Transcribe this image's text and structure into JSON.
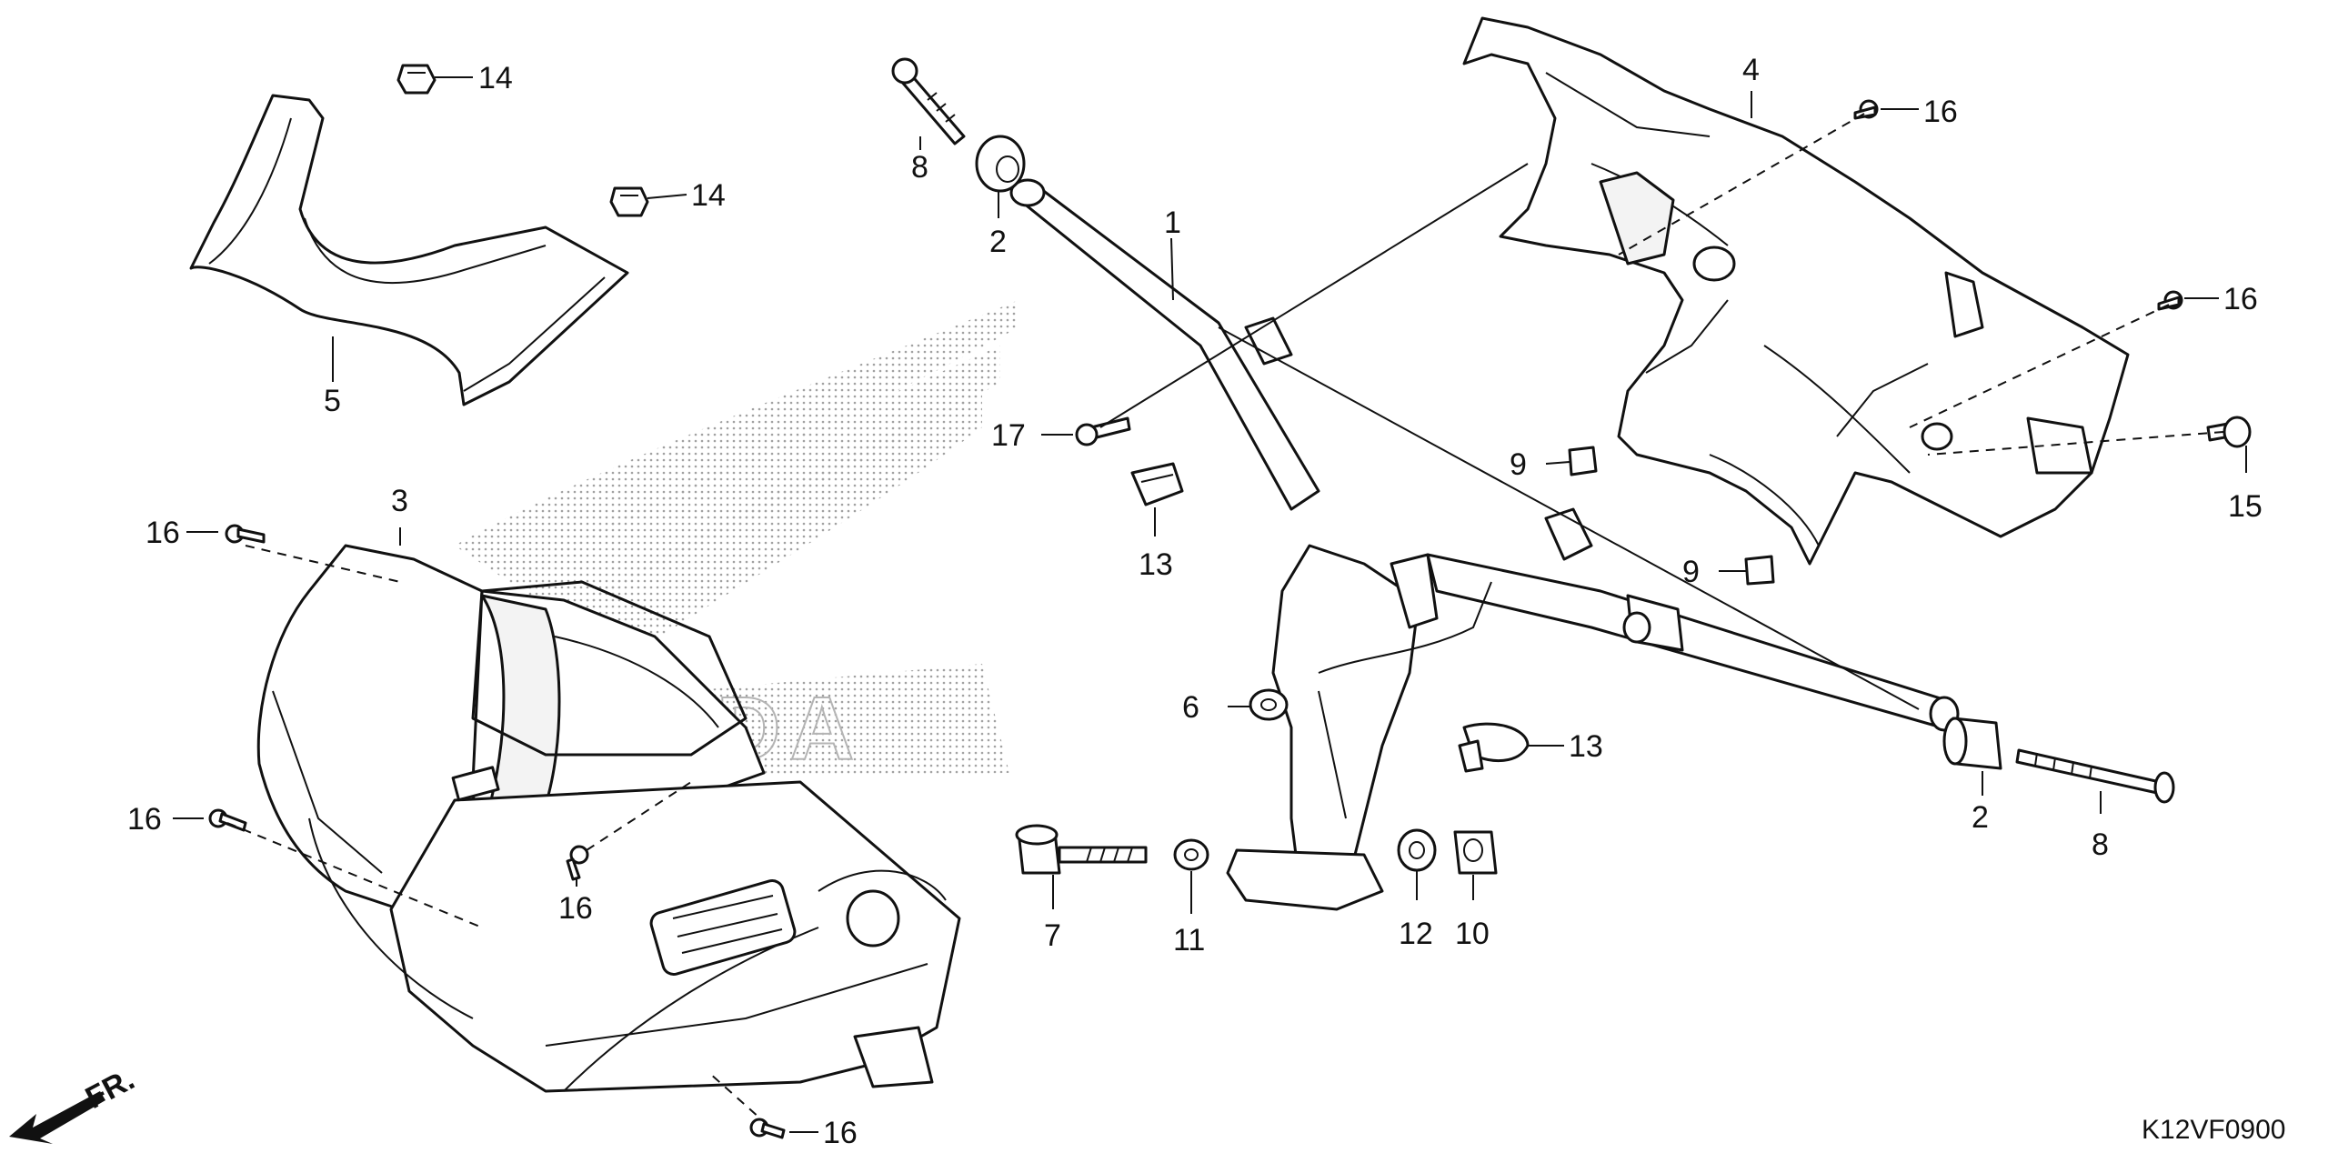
{
  "diagram": {
    "drawing_code": "K12VF0900",
    "direction_label": "FR.",
    "watermark_text": "HONDA",
    "callouts": {
      "c1": "1",
      "c2a": "2",
      "c2b": "2",
      "c3": "3",
      "c4": "4",
      "c5": "5",
      "c6": "6",
      "c7": "7",
      "c8a": "8",
      "c8b": "8",
      "c9a": "9",
      "c9b": "9",
      "c10": "10",
      "c11": "11",
      "c12": "12",
      "c13a": "13",
      "c13b": "13",
      "c14a": "14",
      "c14b": "14",
      "c15": "15",
      "c16a": "16",
      "c16b": "16",
      "c16c": "16",
      "c16d": "16",
      "c16e": "16",
      "c16f": "16",
      "c17": "17"
    }
  }
}
